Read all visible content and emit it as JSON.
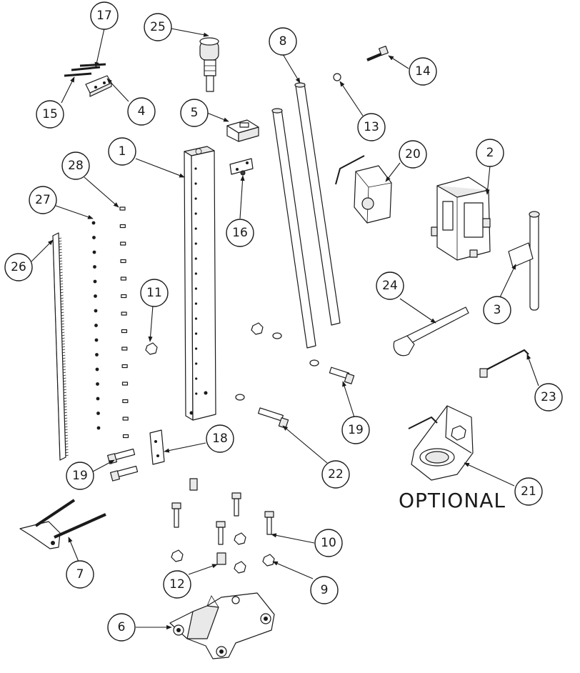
{
  "diagram": {
    "optional_label": "OPTIONAL",
    "callouts": [
      "17",
      "25",
      "8",
      "14",
      "15",
      "4",
      "13",
      "5",
      "20",
      "2",
      "1",
      "28",
      "16",
      "27",
      "26",
      "11",
      "24",
      "3",
      "23",
      "19",
      "18",
      "22",
      "21",
      "10",
      "7",
      "12",
      "9",
      "6"
    ]
  }
}
